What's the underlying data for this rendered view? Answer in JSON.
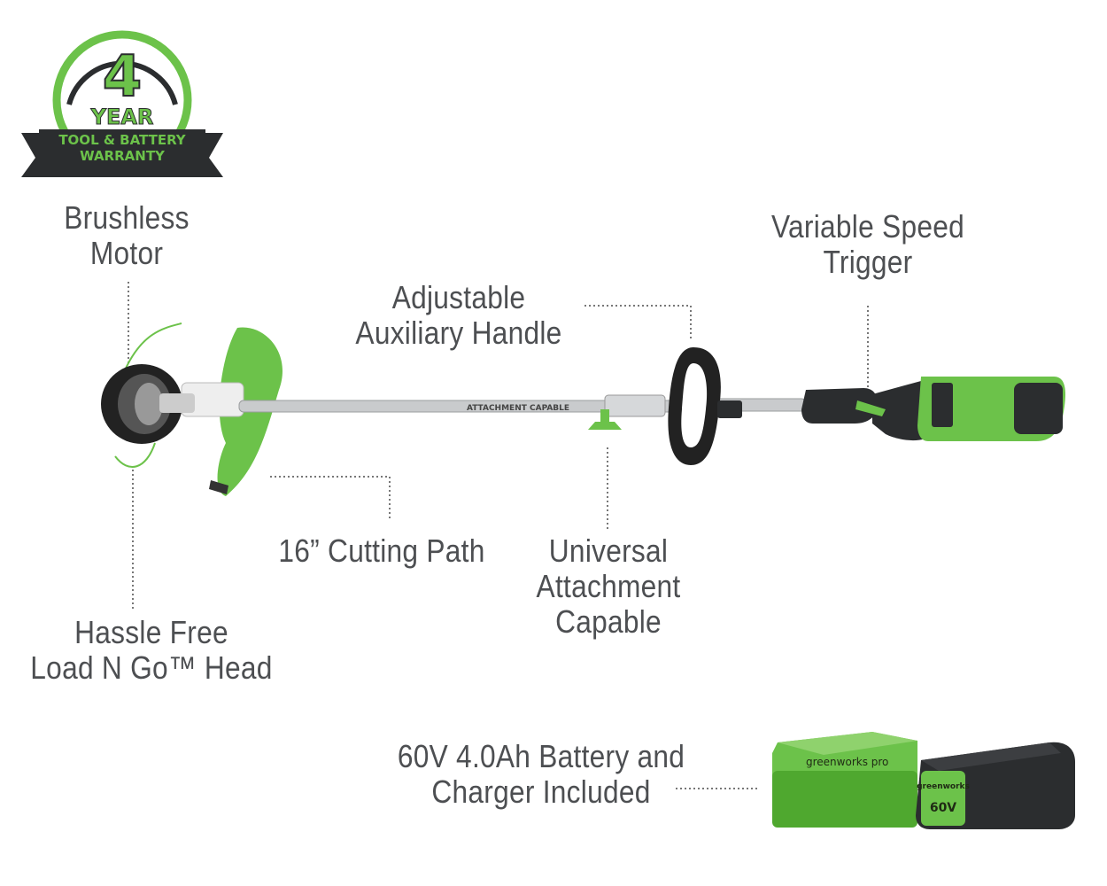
{
  "badge": {
    "years": "4",
    "year_label": "YEAR",
    "line1": "TOOL & BATTERY",
    "line2": "WARRANTY"
  },
  "callouts": {
    "brushless_motor": [
      "Brushless",
      "Motor"
    ],
    "adjustable_handle": [
      "Adjustable",
      "Auxiliary Handle"
    ],
    "variable_speed": [
      "Variable Speed",
      "Trigger"
    ],
    "cutting_path": [
      "16” Cutting Path"
    ],
    "universal_attachment": [
      "Universal",
      "Attachment",
      "Capable"
    ],
    "load_n_go": [
      "Hassle Free",
      "Load N Go™ Head"
    ],
    "battery_charger": [
      "60V 4.0Ah Battery and",
      "Charger Included"
    ]
  },
  "product": {
    "shaft_label": "ATTACHMENT CAPABLE",
    "battery_brand": "greenworks",
    "battery_voltage": "60V",
    "charger_brand": "greenworks pro"
  },
  "colors": {
    "brand_green": "#6cc24a",
    "text_gray": "#4d4f52",
    "dark_body": "#2b2d2f"
  }
}
